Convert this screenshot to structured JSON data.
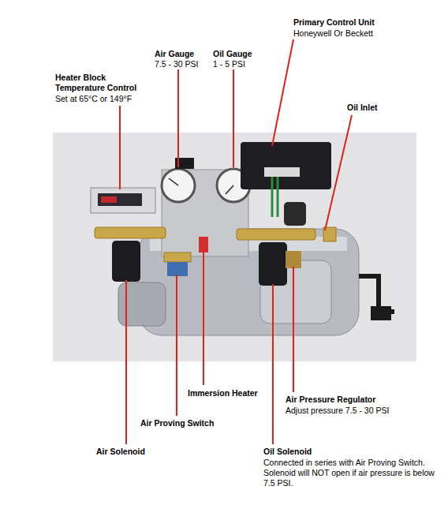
{
  "diagram": {
    "labels": [
      "Primary Control Unit",
      "Honeywell Or Beckett",
      "Air Gauge",
      "7.5 - 30 PSI",
      "Oil Gauge",
      "1 - 5 PSI",
      "Heater Block Temperature Control",
      "Set at 65°C or 149°F",
      "Oil Inlet",
      "Immersion Heater",
      "Air Pressure Regulator",
      "Adjust pressure 7.5 - 30 PSI",
      "Air Proving Switch",
      "Air Solenoid",
      "Oil Solenoid",
      "Connected in series with Air Proving Switch. Solenoid will NOT open if air pressure is below 7.5 PSI."
    ]
  }
}
